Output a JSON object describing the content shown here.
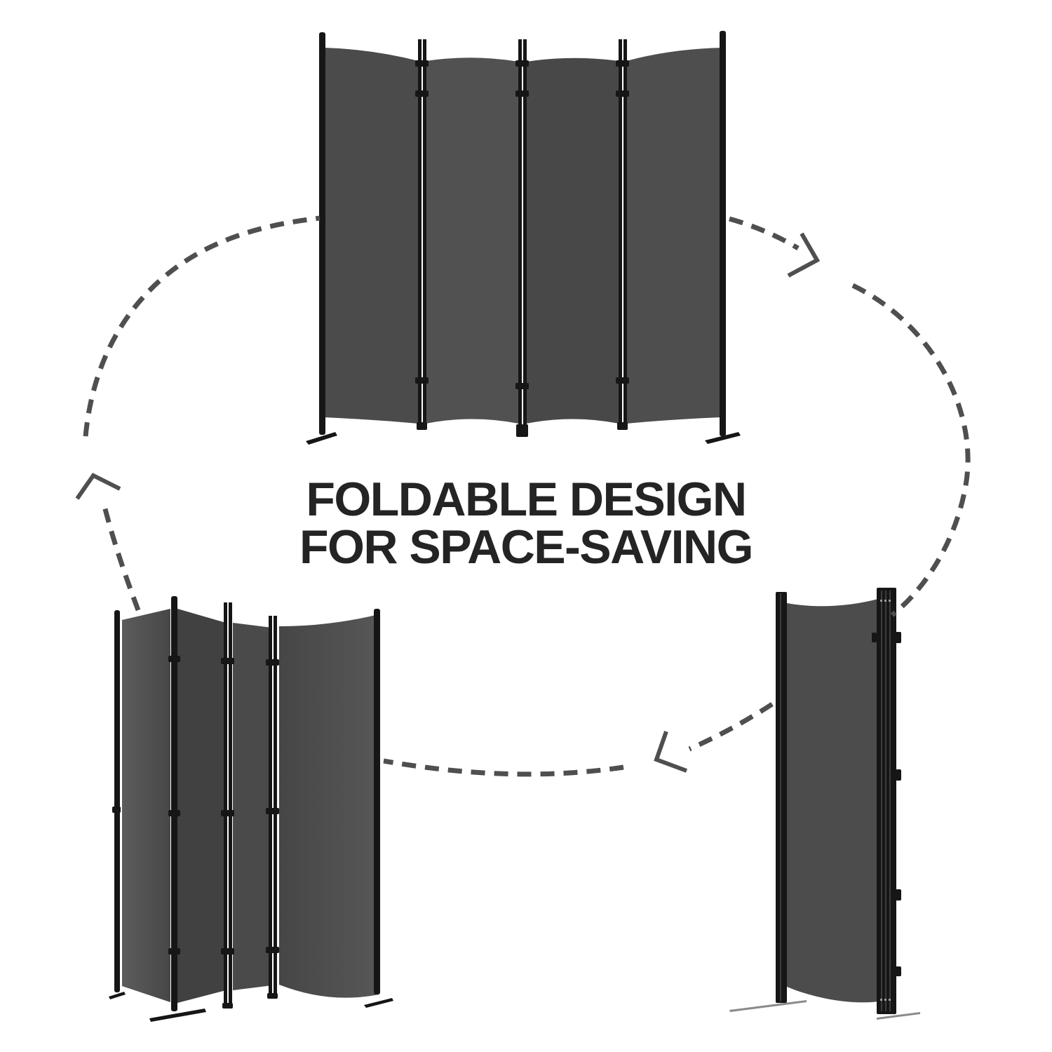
{
  "heading": {
    "line1": "FOLDABLE DESIGN",
    "line2": "FOR SPACE-SAVING"
  },
  "colors": {
    "background": "#ffffff",
    "heading_text": "#242424",
    "fabric": "#4c4c4c",
    "fabric_light": "#5a5a5a",
    "fabric_dark": "#414141",
    "frame": "#161616",
    "arrow": "#4f4f4f",
    "ground_line": "#8a8a8a"
  },
  "figures": {
    "open": {
      "name": "room-divider-unfolded",
      "panel_count": 4
    },
    "half_folded": {
      "name": "room-divider-half-folded",
      "panel_count": 4
    },
    "folded": {
      "name": "room-divider-fully-folded",
      "panel_count": 1
    }
  },
  "arrows": {
    "count": 3,
    "style": "dashed",
    "cycle": "open → folded → half-folded → open"
  }
}
